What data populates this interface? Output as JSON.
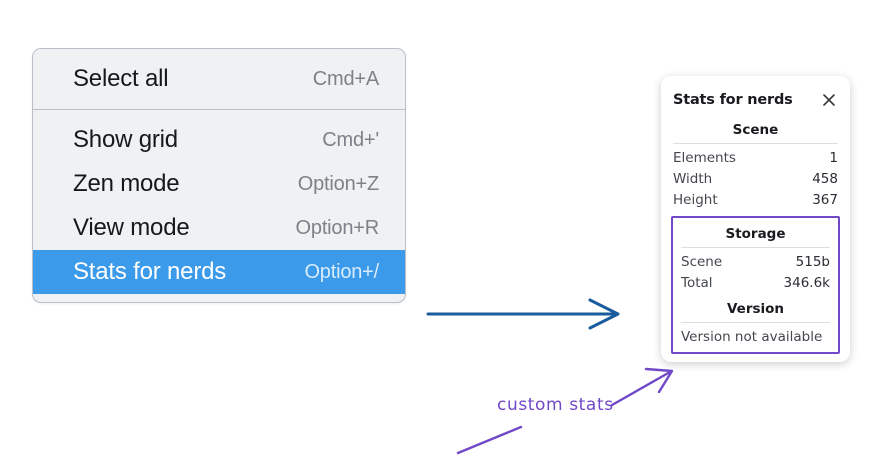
{
  "context_menu": {
    "groups": [
      {
        "items": [
          {
            "label": "Select all",
            "shortcut": "Cmd+A",
            "selected": false
          }
        ]
      },
      {
        "items": [
          {
            "label": "Show grid",
            "shortcut": "Cmd+'",
            "selected": false
          },
          {
            "label": "Zen mode",
            "shortcut": "Option+Z",
            "selected": false
          },
          {
            "label": "View mode",
            "shortcut": "Option+R",
            "selected": false
          },
          {
            "label": "Stats for nerds",
            "shortcut": "Option+/",
            "selected": true
          }
        ]
      }
    ],
    "highlight_color": "#3b9ae9"
  },
  "stats_panel": {
    "title": "Stats for nerds",
    "close_icon": "close-icon",
    "sections": [
      {
        "heading": "Scene",
        "rows": [
          {
            "key": "Elements",
            "value": "1"
          },
          {
            "key": "Width",
            "value": "458"
          },
          {
            "key": "Height",
            "value": "367"
          }
        ]
      },
      {
        "heading": "Storage",
        "rows": [
          {
            "key": "Scene",
            "value": "515b"
          },
          {
            "key": "Total",
            "value": "346.6k"
          }
        ]
      },
      {
        "heading": "Version",
        "single": "Version not available"
      }
    ],
    "custom_outline_color": "#7048c8"
  },
  "annotations": {
    "handwritten_label": "custom stats",
    "arrow_blue_color": "#1a5c9e",
    "arrow_purple_color": "#7048c8"
  }
}
